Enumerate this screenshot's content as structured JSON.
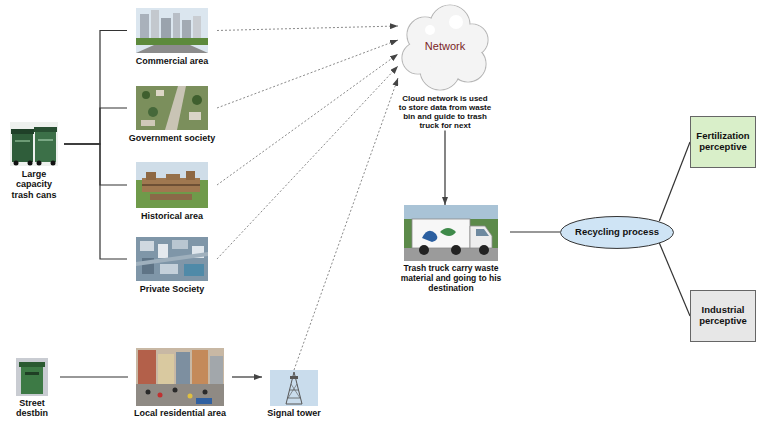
{
  "diagram": {
    "nodes": [
      {
        "text": [
          "Large capacity trash cans"
        ]
      },
      {
        "text": [
          "Commercial area"
        ]
      },
      {
        "text": [
          "Government society"
        ]
      },
      {
        "text": [
          "Historical area"
        ]
      },
      {
        "text": [
          "Private Society"
        ]
      },
      {
        "text": [
          "Network",
          "Cloud network is used to store data from waste bin and guide to trash truck for next"
        ]
      },
      {
        "text": [
          "Trash truck carry waste material and going to his destination"
        ]
      },
      {
        "text": [
          "Recycling process"
        ]
      },
      {
        "text": [
          "Fertilization perceptive"
        ]
      },
      {
        "text": [
          "Industrial perceptive"
        ]
      },
      {
        "text": [
          "Street destbin"
        ]
      },
      {
        "text": [
          "Local residential area"
        ]
      },
      {
        "text": [
          "Signal tower"
        ]
      }
    ],
    "edges": [
      {
        "from": 0,
        "to": 1,
        "arrow": "none"
      },
      {
        "from": 0,
        "to": 2,
        "arrow": "none"
      },
      {
        "from": 0,
        "to": 3,
        "arrow": "none"
      },
      {
        "from": 0,
        "to": 4,
        "arrow": "none"
      },
      {
        "from": 1,
        "to": 5,
        "arrow": "to"
      },
      {
        "from": 2,
        "to": 5,
        "arrow": "to"
      },
      {
        "from": 3,
        "to": 5,
        "arrow": "to"
      },
      {
        "from": 4,
        "to": 5,
        "arrow": "to"
      },
      {
        "from": 12,
        "to": 5,
        "arrow": "to"
      },
      {
        "from": 5,
        "to": 6,
        "arrow": "to"
      },
      {
        "from": 6,
        "to": 7,
        "arrow": "none"
      },
      {
        "from": 7,
        "to": 8,
        "arrow": "none"
      },
      {
        "from": 7,
        "to": 9,
        "arrow": "none"
      },
      {
        "from": 10,
        "to": 11,
        "arrow": "none"
      },
      {
        "from": 11,
        "to": 12,
        "arrow": "to"
      }
    ]
  }
}
